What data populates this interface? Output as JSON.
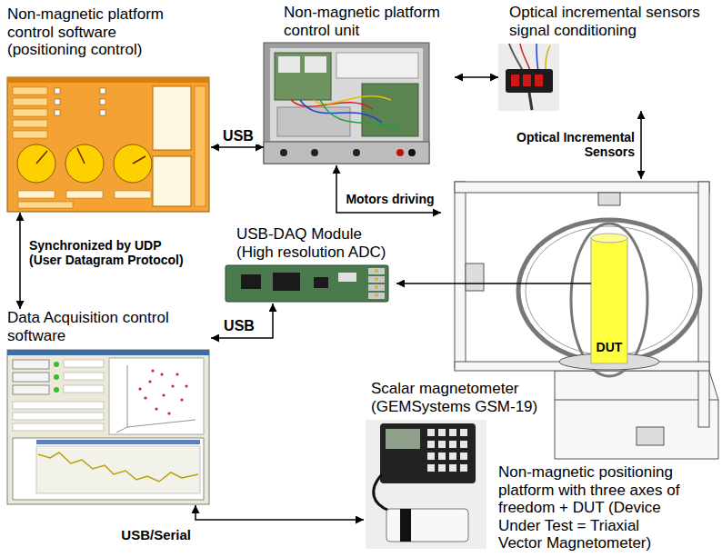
{
  "diagram": {
    "nodes": [
      {
        "text": [
          "Non-magnetic platform control software (positioning control)"
        ]
      },
      {
        "text": [
          "Non-magnetic platform control unit"
        ]
      },
      {
        "text": [
          "Optical incremental sensors signal conditioning"
        ]
      },
      {
        "text": [
          "Data Acquisition control software"
        ]
      },
      {
        "text": [
          "USB-DAQ Module (High resolution ADC)"
        ]
      },
      {
        "text": [
          "Scalar magnetometer (GEMSystems GSM-19)"
        ]
      },
      {
        "text": [
          "Non-magnetic positioning platform with three axes of freedom + DUT (Device Under Test = Triaxial Vector Magnetometer)"
        ]
      },
      {
        "text": [
          "DUT"
        ],
        "in": 6
      }
    ],
    "edges": [
      {
        "from": 0,
        "to": 1,
        "label": "USB",
        "arrow": "both"
      },
      {
        "from": 1,
        "to": 2,
        "arrow": "both"
      },
      {
        "from": 2,
        "to": 6,
        "label": "Optical Incremental Sensors",
        "arrow": "both"
      },
      {
        "from": 1,
        "to": 6,
        "label": "Motors driving",
        "arrow": "both"
      },
      {
        "from": 0,
        "to": 3,
        "label": "Synchronized by UDP (User Datagram Protocol)",
        "arrow": "both"
      },
      {
        "from": 3,
        "to": 4,
        "label": "USB",
        "arrow": "both"
      },
      {
        "from": 7,
        "to": 4,
        "arrow": "to"
      },
      {
        "from": 3,
        "to": 5,
        "label": "USB/Serial",
        "arrow": "both"
      }
    ]
  }
}
